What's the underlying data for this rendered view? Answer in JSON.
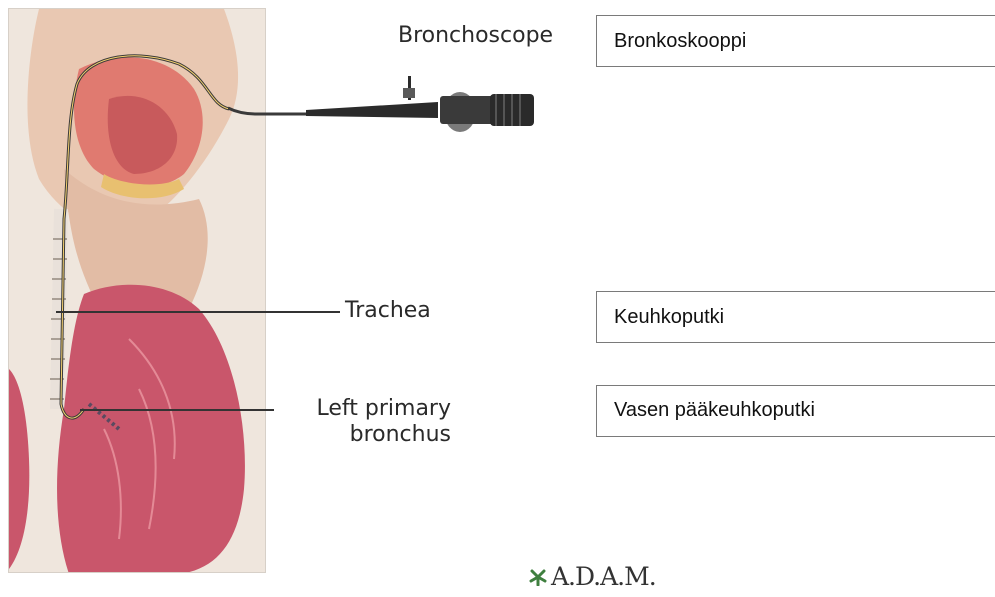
{
  "labels": {
    "bronchoscope": "Bronchoscope",
    "trachea": "Trachea",
    "left_primary_bronchus_line1": "Left primary",
    "left_primary_bronchus_line2": "bronchus"
  },
  "translations": {
    "bronchoscope": "Bronkoskooppi",
    "trachea": "Keuhkoputki",
    "left_primary_bronchus": "Vasen pääkeuhkoputki"
  },
  "logo": {
    "text": "A.D.A.M."
  },
  "colors": {
    "skin": "#e8c5ae",
    "lung": "#c9566b",
    "tissue": "#e07a70",
    "scope": "#3a3a3a"
  }
}
